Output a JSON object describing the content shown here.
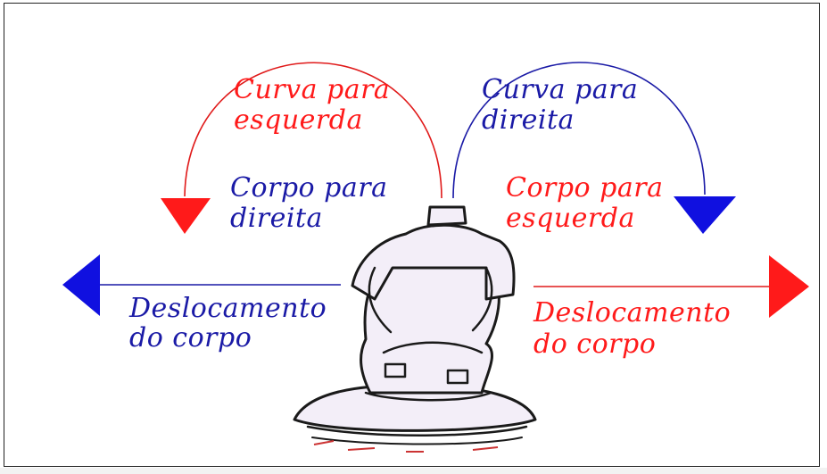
{
  "colors": {
    "red": "#ff1a1a",
    "blue": "#1a1aa6",
    "arrow_blue": "#1010e0",
    "figure_fill": "#f3eef8",
    "figure_stroke": "#1a1a1a"
  },
  "labels": {
    "curve_left": [
      "Curva para",
      "esquerda"
    ],
    "body_right": [
      "Corpo para",
      "direita"
    ],
    "curve_right": [
      "Curva para",
      "direita"
    ],
    "body_left": [
      "Corpo para",
      "esquerda"
    ],
    "shift_left": [
      "Deslocamento",
      "do corpo"
    ],
    "shift_right": [
      "Deslocamento",
      "do corpo"
    ]
  },
  "icons": {
    "figure": "person-on-board-icon"
  }
}
